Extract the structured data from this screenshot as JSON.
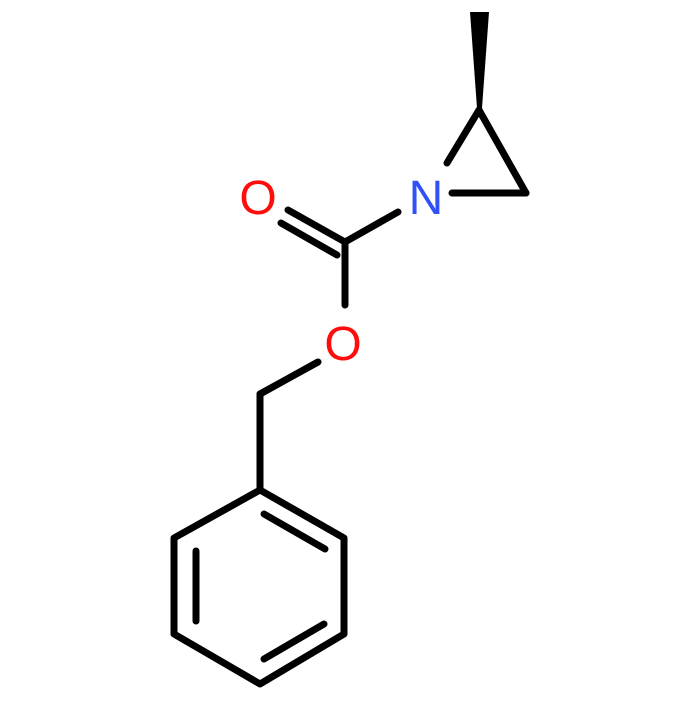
{
  "molecule": {
    "atoms": {
      "carbonyl_oxygen": {
        "symbol": "O",
        "color": "#ff0d0d"
      },
      "ester_oxygen": {
        "symbol": "O",
        "color": "#ff0d0d"
      },
      "ring_nitrogen": {
        "symbol": "N",
        "color": "#3050f8"
      }
    },
    "bond_color": "#000000",
    "background": "#ffffff"
  }
}
